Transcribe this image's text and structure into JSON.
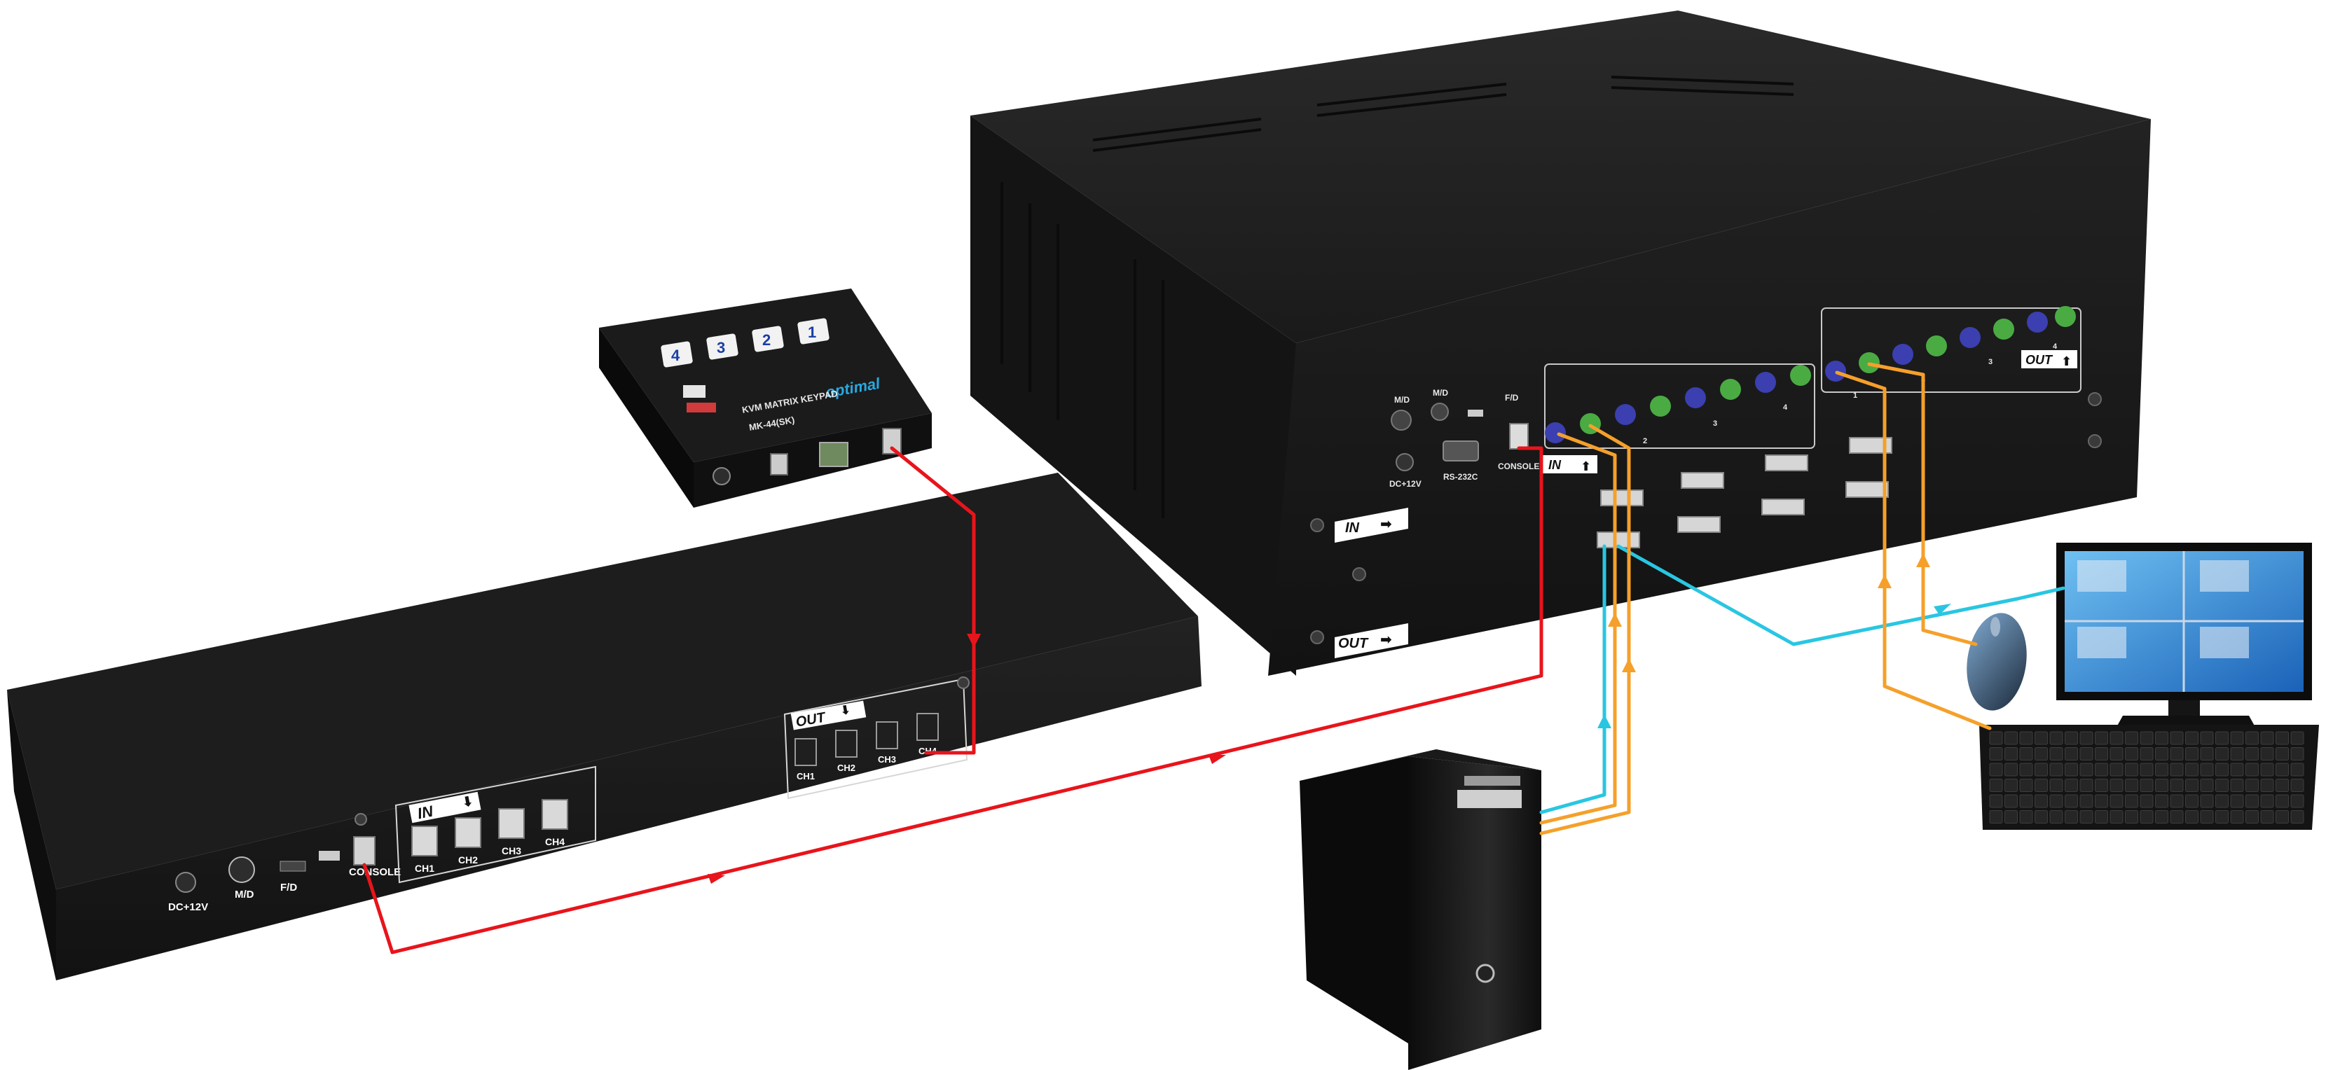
{
  "colors": {
    "console_link": "#e8141b",
    "video_link": "#29c6e2",
    "usb_link": "#f5a02b",
    "chassis": "#1c1c1c",
    "screen": "#1f7fd0"
  },
  "icons": [
    "arrow-right-icon",
    "arrow-down-icon",
    "arrow-up-icon"
  ],
  "keypad": {
    "brand": "optimal",
    "model": "MK-44(SK)",
    "name": "KVM MATRIX KEYPAD",
    "keys": [
      "1",
      "2",
      "3",
      "4"
    ]
  },
  "cascade_unit": {
    "in_tag": "IN",
    "out_tag": "OUT",
    "in_channels": [
      "CH1",
      "CH2",
      "CH3",
      "CH4"
    ],
    "out_channels": [
      "CH1",
      "CH2",
      "CH3",
      "CH4"
    ],
    "console_label": "CONSOLE",
    "dc_label": "DC+12V",
    "md_label": "M/D",
    "fd_label": "F/D"
  },
  "matrix_chassis": {
    "md_label": "M/D",
    "mp_label": "M/D",
    "fd_label": "F/D",
    "dc_label": "DC+12V",
    "rs232_label": "RS-232C",
    "console_label": "CONSOLE",
    "in_label": "IN",
    "out_label": "OUT",
    "slot_in_tag": "IN",
    "slot_out_tag": "OUT",
    "port_numbers": [
      "1",
      "2",
      "3",
      "4"
    ]
  }
}
